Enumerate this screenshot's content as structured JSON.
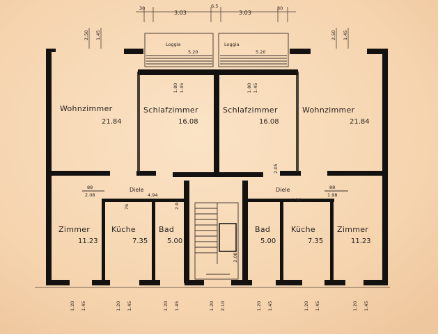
{
  "top_dims": {
    "left_small": "30",
    "left": "3.03",
    "center": "6.5",
    "right": "3.03",
    "right_small": "30"
  },
  "top_side_dims": {
    "left_a": "2.50",
    "left_b": "1.45",
    "right_a": "2.50",
    "right_b": "1.45"
  },
  "balcony": {
    "left_label": "Loggia",
    "left_area": "5.20",
    "right_label": "Loggia",
    "right_area": "5.20"
  },
  "window_dims": {
    "l_a": "1.80",
    "l_b": "1.45",
    "r_a": "1.80",
    "r_b": "1.45"
  },
  "rooms": {
    "wohn_l": {
      "name": "Wohnzimmer",
      "area": "21.84"
    },
    "schlaf_l": {
      "name": "Schlafzimmer",
      "area": "16.08"
    },
    "schlaf_r": {
      "name": "Schlafzimmer",
      "area": "16.08"
    },
    "wohn_r": {
      "name": "Wohnzimmer",
      "area": "21.84"
    },
    "diele_l": {
      "name": "Diele",
      "area": "4.94"
    },
    "diele_r": {
      "name": "Diele",
      "area": "4.94"
    },
    "zimmer_l": {
      "name": "Zimmer",
      "area": "11.23"
    },
    "kueche_l": {
      "name": "Küche",
      "area": "7.35"
    },
    "bad_l": {
      "name": "Bad",
      "area": "5.00"
    },
    "bad_r": {
      "name": "Bad",
      "area": "5.00"
    },
    "kueche_r": {
      "name": "Küche",
      "area": "7.35"
    },
    "zimmer_r": {
      "name": "Zimmer",
      "area": "11.23"
    }
  },
  "door_dims": {
    "d88": "88",
    "d208": "2.08",
    "d76": "76",
    "d200": "2.00",
    "d205": "2.05",
    "d198": "1.98"
  },
  "bottom_dims": [
    {
      "a": "1.20",
      "b": "1.45"
    },
    {
      "a": "1.20",
      "b": "1.45"
    },
    {
      "a": "1.20",
      "b": "1.45"
    },
    {
      "a": "1.20",
      "b": "2.10"
    },
    {
      "a": "1.20",
      "b": "1.45"
    },
    {
      "a": "1.20",
      "b": "1.45"
    },
    {
      "a": "1.20",
      "b": "1.45"
    }
  ],
  "colors": {
    "paper": "#f6d9b8",
    "ink": "#141210"
  }
}
